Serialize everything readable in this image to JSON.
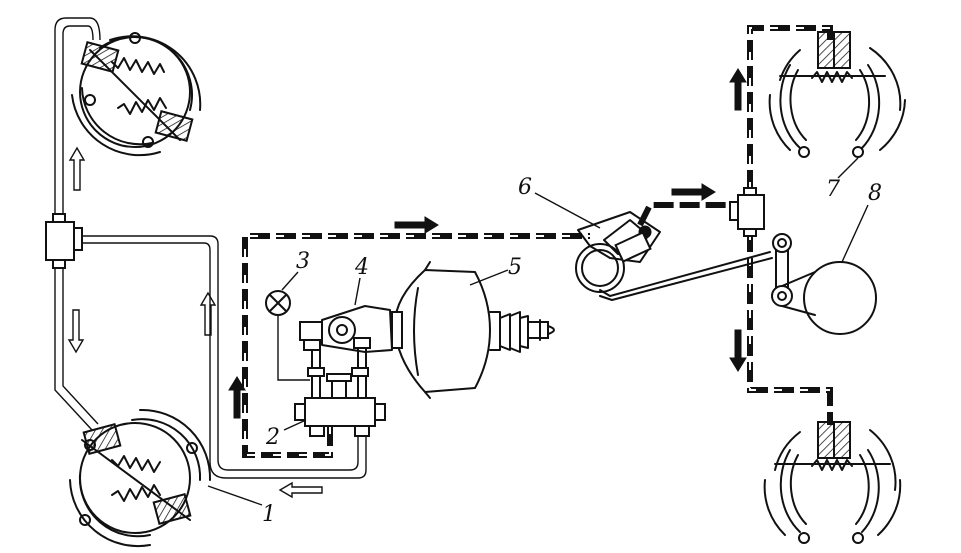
{
  "labels": {
    "n1": "1",
    "n2": "2",
    "n3": "3",
    "n4": "4",
    "n5": "5",
    "n6": "6",
    "n7": "7",
    "n8": "8"
  },
  "colors": {
    "line": "#111111",
    "background": "#ffffff"
  },
  "icons": {
    "flow_arrow_filled": "pressure-flow-arrow",
    "flow_arrow_hollow": "return-flow-arrow"
  }
}
